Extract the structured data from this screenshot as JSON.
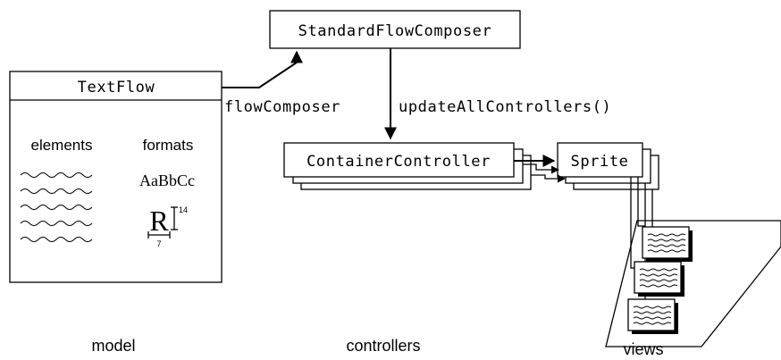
{
  "nodes": {
    "standard_flow_composer": "StandardFlowComposer",
    "text_flow": "TextFlow",
    "container_controller": "ContainerController",
    "sprite": "Sprite"
  },
  "edges": {
    "flow_composer": "flowComposer",
    "update_all_controllers": "updateAllControllers()"
  },
  "text_flow_contents": {
    "elements_label": "elements",
    "formats_label": "formats",
    "format_sample": "AaBbCc",
    "glyph": "R",
    "size_label": "14",
    "width_label": "7"
  },
  "sections": {
    "model": "model",
    "controllers": "controllers",
    "views": "views"
  }
}
